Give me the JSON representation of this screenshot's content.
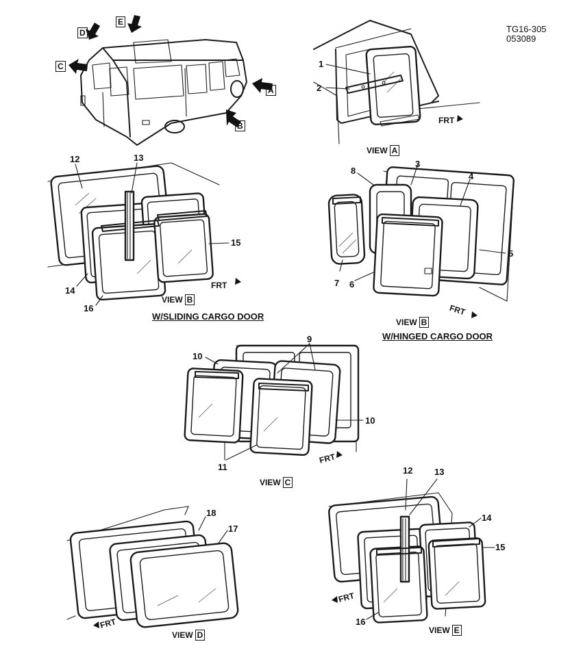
{
  "figure_id": "TG16-305",
  "figure_date": "053089",
  "view_word": "VIEW",
  "frt": "FRT",
  "captions": {
    "sliding": "W/SLIDING CARGO DOOR",
    "hinged": "W/HINGED CARGO DOOR"
  },
  "view_letters": {
    "a": "A",
    "b": "B",
    "c": "C",
    "d": "D",
    "e": "E"
  },
  "callouts": {
    "va_1": "1",
    "va_2": "2",
    "vbs_12": "12",
    "vbs_13": "13",
    "vbs_14": "14",
    "vbs_15": "15",
    "vbs_16": "16",
    "vbh_3": "3",
    "vbh_4": "4",
    "vbh_5": "5",
    "vbh_6": "6",
    "vbh_7": "7",
    "vbh_8": "8",
    "vc_9": "9",
    "vc_10a": "10",
    "vc_10b": "10",
    "vc_11": "11",
    "vd_17": "17",
    "vd_18": "18",
    "ve_12": "12",
    "ve_13": "13",
    "ve_14": "14",
    "ve_15": "15",
    "ve_16": "16"
  },
  "colors": {
    "ink": "#1a1a1a",
    "paper": "#ffffff"
  }
}
